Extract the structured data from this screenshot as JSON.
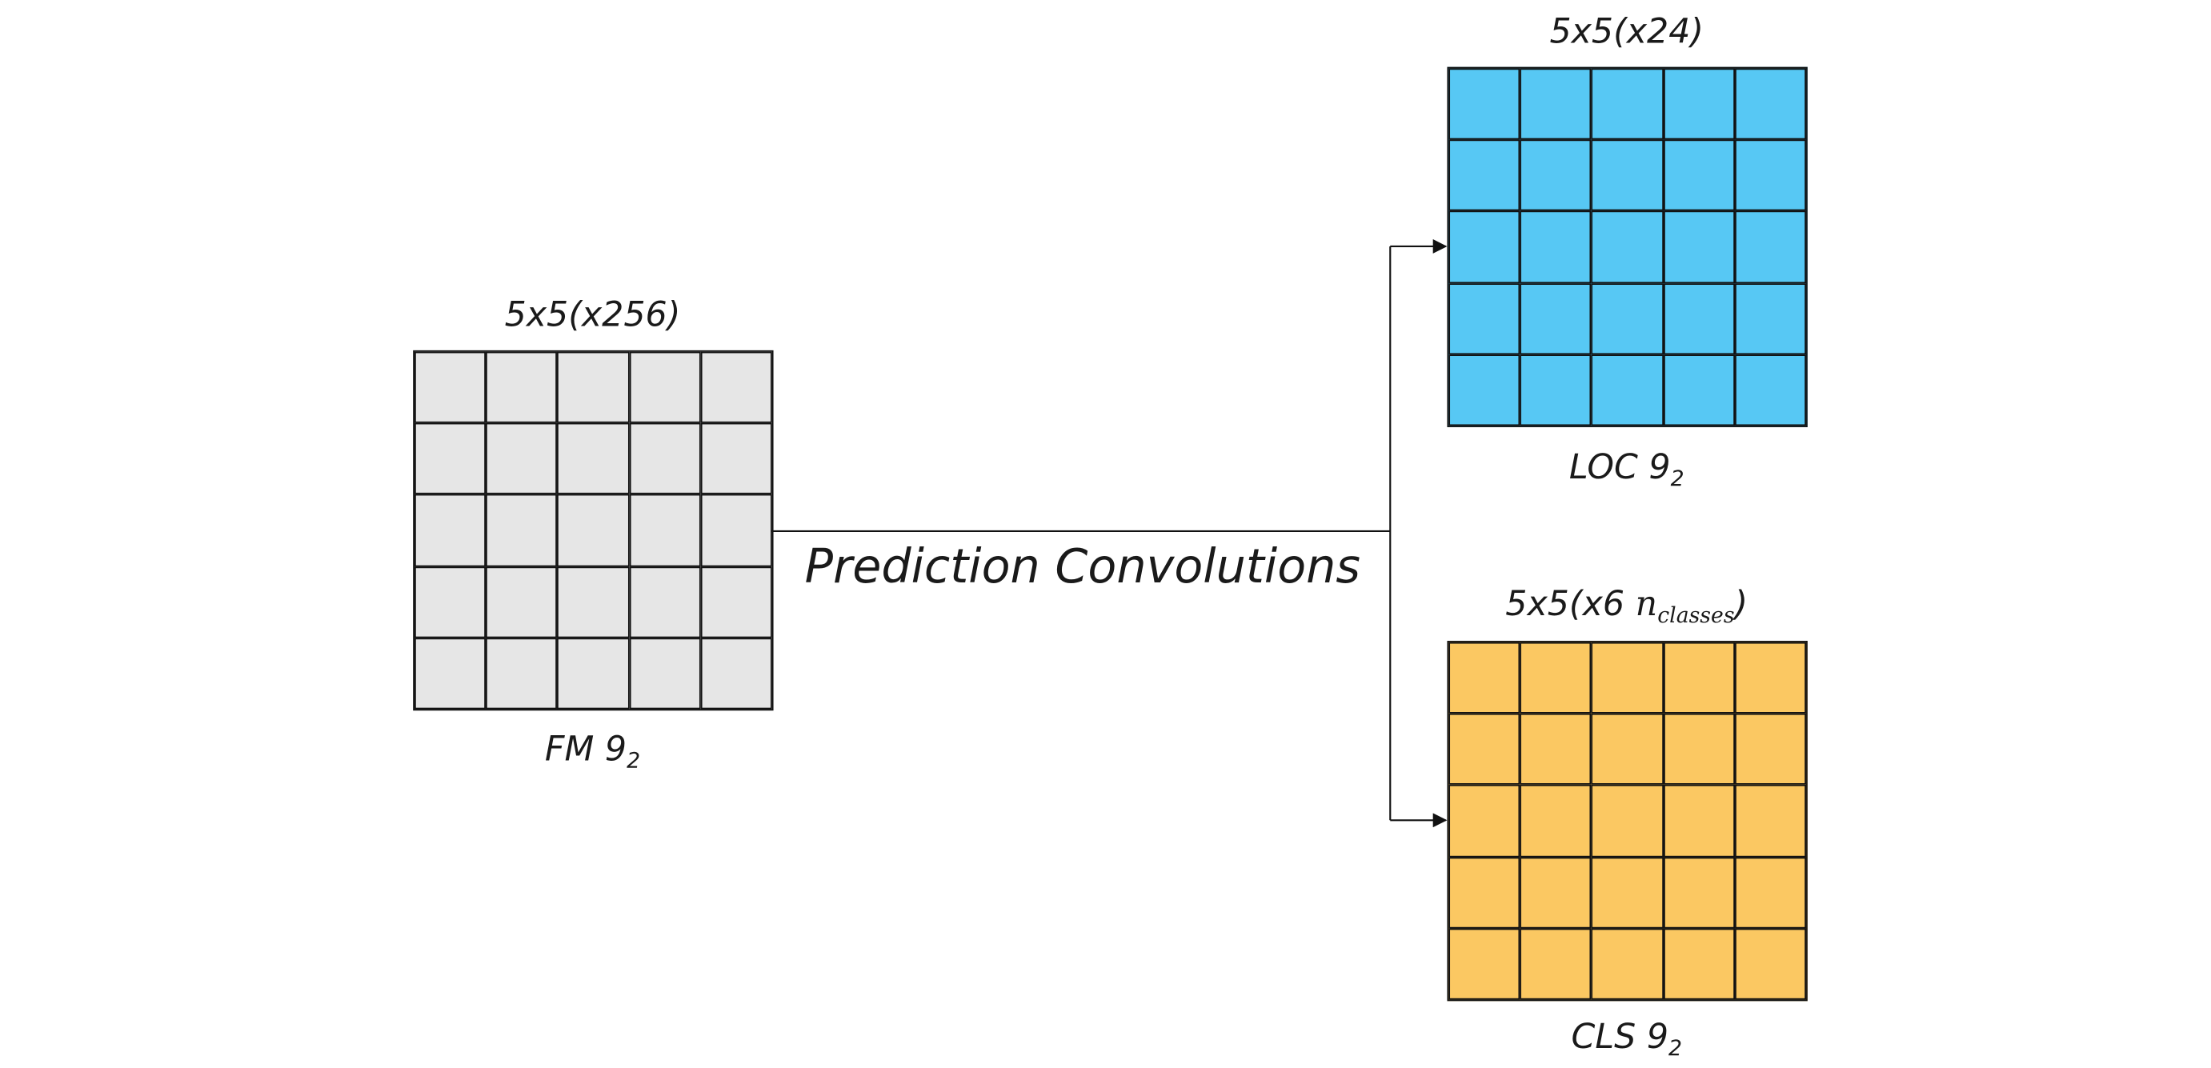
{
  "colors": {
    "fm_fill": "#e6e6e6",
    "loc_fill": "#57c8f4",
    "cls_fill": "#fbc862",
    "stroke": "#111111"
  },
  "feature_map": {
    "shape_label": "5x5(x256)",
    "name_main": "FM 9",
    "name_sub": "2",
    "rows": 5,
    "cols": 5
  },
  "connector": {
    "label": "Prediction Convolutions"
  },
  "loc_output": {
    "shape_label": "5x5(x24)",
    "name_main": "LOC 9",
    "name_sub": "2",
    "rows": 5,
    "cols": 5
  },
  "cls_output": {
    "shape_label_prefix": "5x5(x6 ",
    "shape_label_var": "n",
    "shape_label_var_sub": "classes",
    "shape_label_suffix": ")",
    "name_main": "CLS 9",
    "name_sub": "2",
    "rows": 5,
    "cols": 5
  }
}
